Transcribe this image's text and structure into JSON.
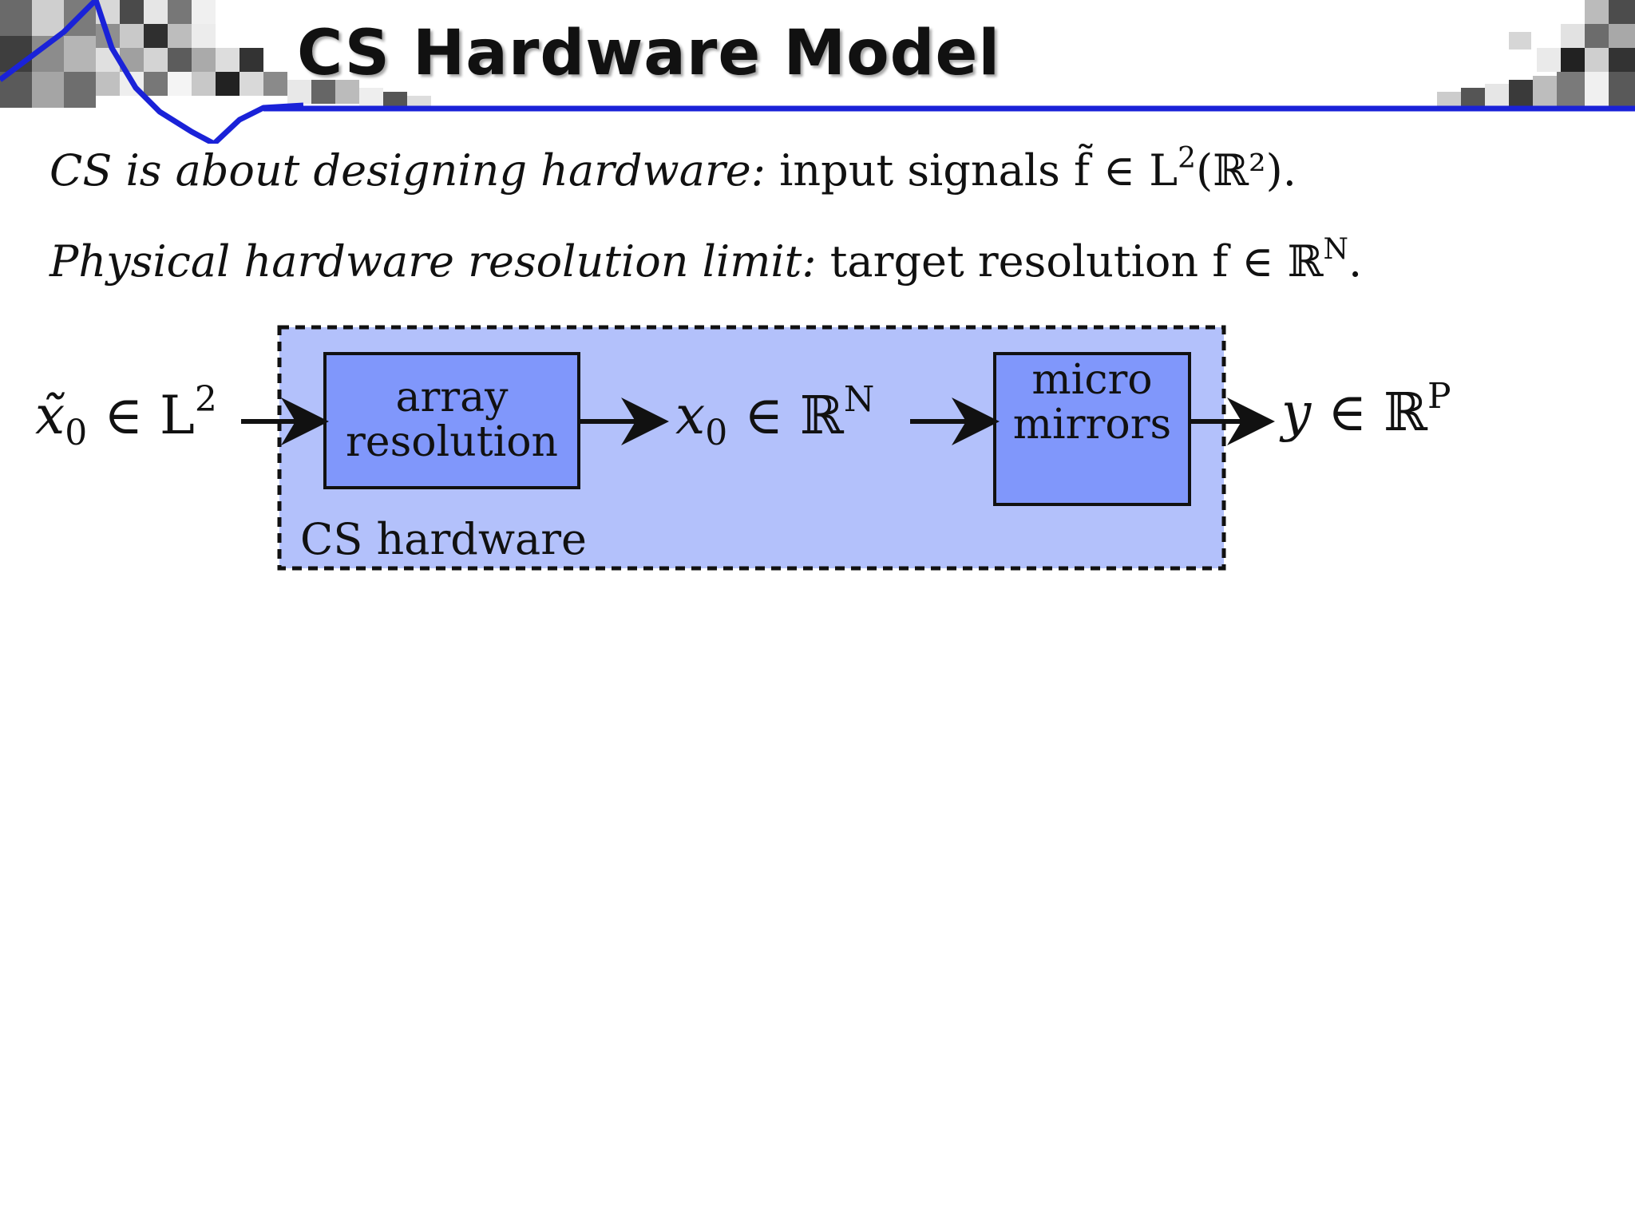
{
  "slide": {
    "title": "CS Hardware Model"
  },
  "text": {
    "line1_italic": "CS is about designing hardware:",
    "line1_plain": "input signals",
    "line1_math_pre": "f̃ ∈ L",
    "line1_math_sup": "2",
    "line1_math_post": "(ℝ²).",
    "line2_italic": "Physical hardware resolution limit:",
    "line2_plain": "target resolution",
    "line2_math_pre": "f ∈ ℝ",
    "line2_math_sup": "N",
    "line2_math_post": "."
  },
  "diagram": {
    "input_var": "x̃",
    "input_sub": "0",
    "input_rest": "∈ L",
    "input_sup": "2",
    "box1_line1": "array",
    "box1_line2": "resolution",
    "mid_var": "x",
    "mid_sub": "0",
    "mid_rest": "∈ ℝ",
    "mid_sup": "N",
    "box2_line1": "micro",
    "box2_line2": "mirrors",
    "output_var": "y",
    "output_rest": "∈ ℝ",
    "output_sup": "P",
    "container_label": "CS hardware",
    "colors": {
      "container_fill": "#b3c1fb",
      "box_fill": "#8097fb",
      "header_line": "#1a22d8"
    }
  }
}
